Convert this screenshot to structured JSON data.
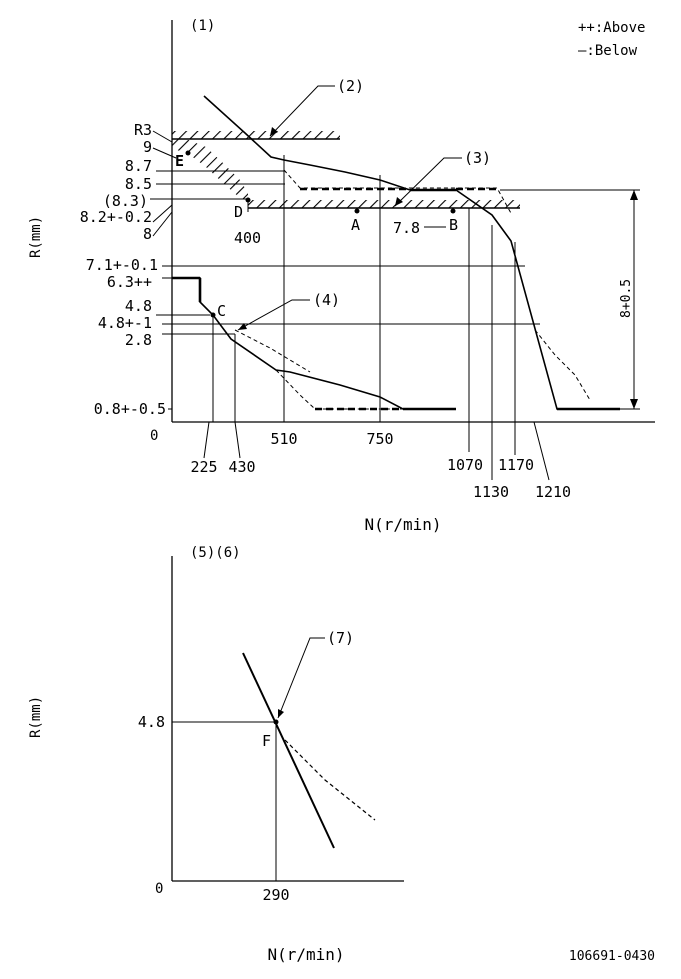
{
  "legend": {
    "above": "++:Above",
    "below": "—:Below"
  },
  "chart1": {
    "label": "(1)",
    "ylabel": "R(mm)",
    "xlabel": "N(r/min)",
    "origin": "0",
    "callouts": {
      "c2": "(2)",
      "c3": "(3)",
      "c4": "(4)"
    },
    "points": {
      "A": "A",
      "B": "B",
      "C": "C",
      "D": "D",
      "E": "E"
    },
    "y_ticks": [
      "R3",
      "9",
      "8.7",
      "8.5",
      "(8.3)",
      "8.2+-0.2",
      "8",
      "7.1+-0.1",
      "6.3++",
      "4.8",
      "4.8+-1",
      "2.8",
      "0.8+-0.5"
    ],
    "x_ticks": [
      "225",
      "430",
      "510",
      "750",
      "1070",
      "1130",
      "1170",
      "1210"
    ],
    "inner_labels": {
      "x400": "400",
      "y78": "7.8"
    },
    "dimension": "8+0.5"
  },
  "chart2": {
    "label": "(5)(6)",
    "ylabel": "R(mm)",
    "xlabel": "N(r/min)",
    "origin": "0",
    "y_tick": "4.8",
    "x_tick": "290",
    "point": "F",
    "callout": "(7)"
  },
  "footer": {
    "code": "106691-0430"
  }
}
